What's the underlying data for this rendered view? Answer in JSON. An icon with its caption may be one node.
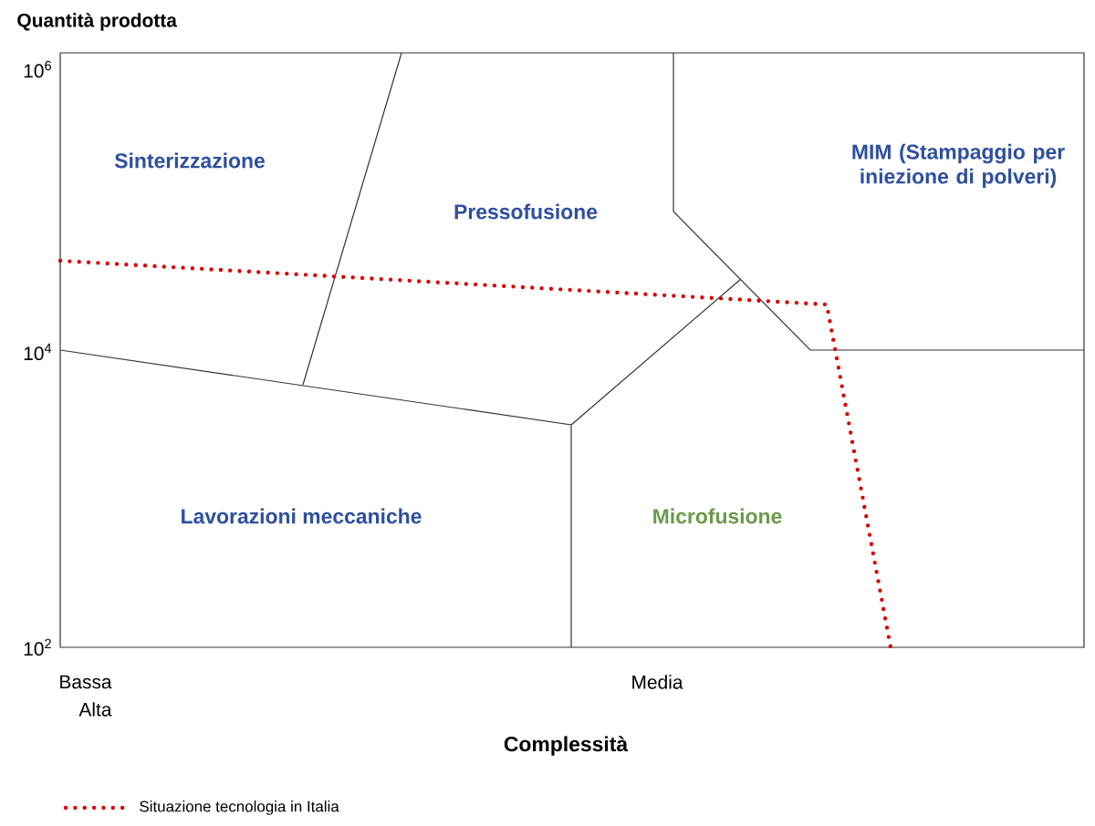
{
  "diagram": {
    "nodes": [
      {
        "text": [
          "Sinterizzazione"
        ]
      },
      {
        "text": [
          "Pressofusione"
        ]
      },
      {
        "text": [
          "MIM (Stampaggio per iniezione di polveri)"
        ]
      },
      {
        "text": [
          "Lavorazioni meccaniche"
        ]
      },
      {
        "text": [
          "Microfusione"
        ]
      }
    ],
    "labels": [
      "Quantità prodotta",
      "10$^{6}$",
      "10$^{4}$",
      "10$^{2}$",
      "Bassa",
      "Alta",
      "Media",
      "Complessità"
    ],
    "legend": [
      {
        "text": "Situazione tecnologia in Italia"
      }
    ]
  }
}
